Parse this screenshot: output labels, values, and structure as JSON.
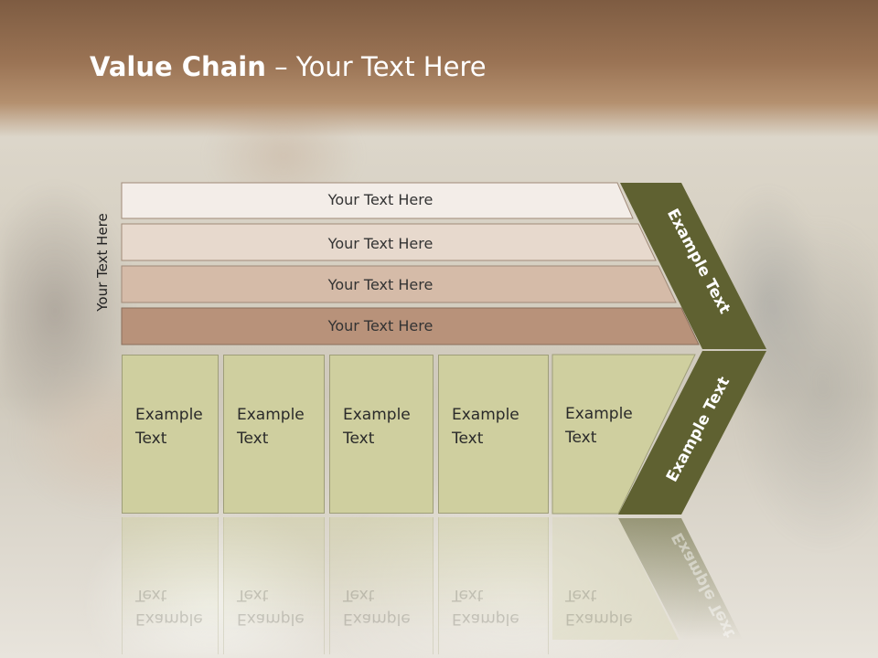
{
  "slide": {
    "title_bold": "Value Chain",
    "title_rest": " – Your Text Here",
    "side_label": "Your Text Here"
  },
  "bars": [
    {
      "label": "Your Text Here",
      "color": "#f3ede8"
    },
    {
      "label": "Your Text Here",
      "color": "#e7d9cd"
    },
    {
      "label": "Your Text Here",
      "color": "#d5bba8"
    },
    {
      "label": "Your Text Here",
      "color": "#b8927a"
    }
  ],
  "boxes": [
    {
      "label": "Example\nText"
    },
    {
      "label": "Example\nText"
    },
    {
      "label": "Example\nText"
    },
    {
      "label": "Example\nText"
    },
    {
      "label": "Example\nText"
    }
  ],
  "chevron": {
    "upper_label": "Example Text",
    "lower_label": "Example Text",
    "color": "#5f6131"
  },
  "colors": {
    "box_fill": "#cfcf9f",
    "title_band": "#9a7354"
  }
}
